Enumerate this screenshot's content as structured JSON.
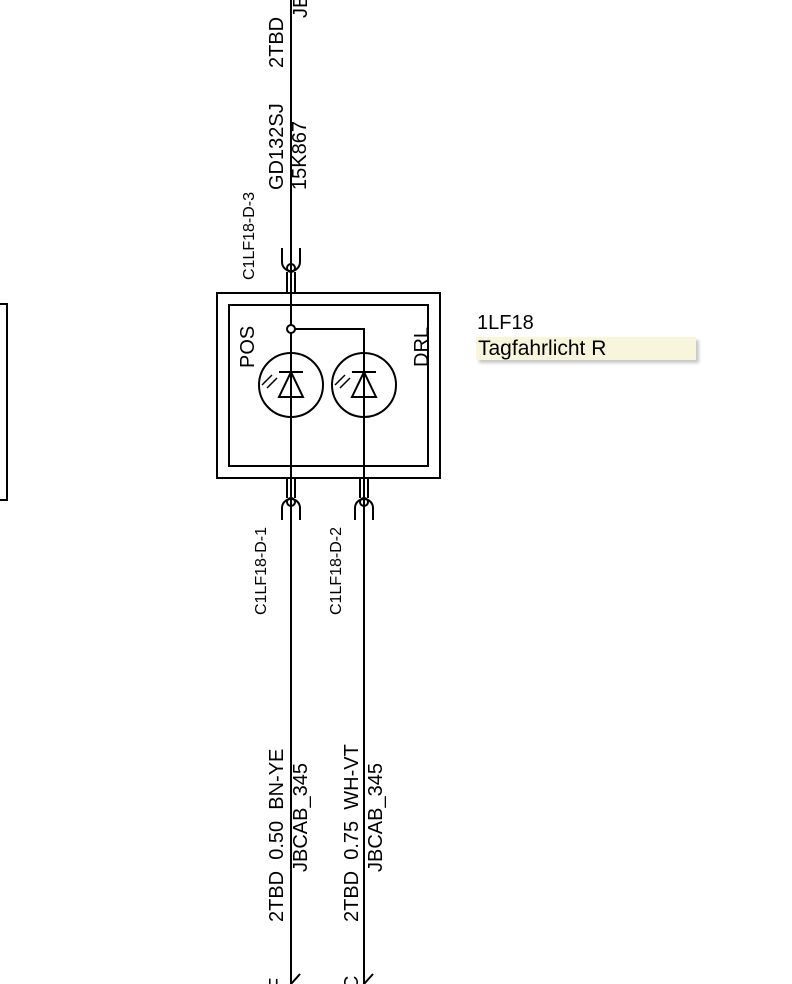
{
  "component": {
    "id": "1LF18",
    "name": "Tagfahrlicht R",
    "pin_left": "POS",
    "pin_right": "DRL"
  },
  "top_wire": {
    "connector": "C1LF18-D-3",
    "code": "GD132SJ",
    "part": "15K867",
    "tbd": "2TBD",
    "harness_partial": "JB"
  },
  "wires": [
    {
      "connector": "C1LF18-D-1",
      "spec": "2TBD  0.50  BN-YE",
      "harness": "JBCAB_345",
      "end_label": "F"
    },
    {
      "connector": "C1LF18-D-2",
      "spec": "2TBD  0.75  WH-VT",
      "harness": "JBCAB_345",
      "end_label": "C"
    }
  ]
}
